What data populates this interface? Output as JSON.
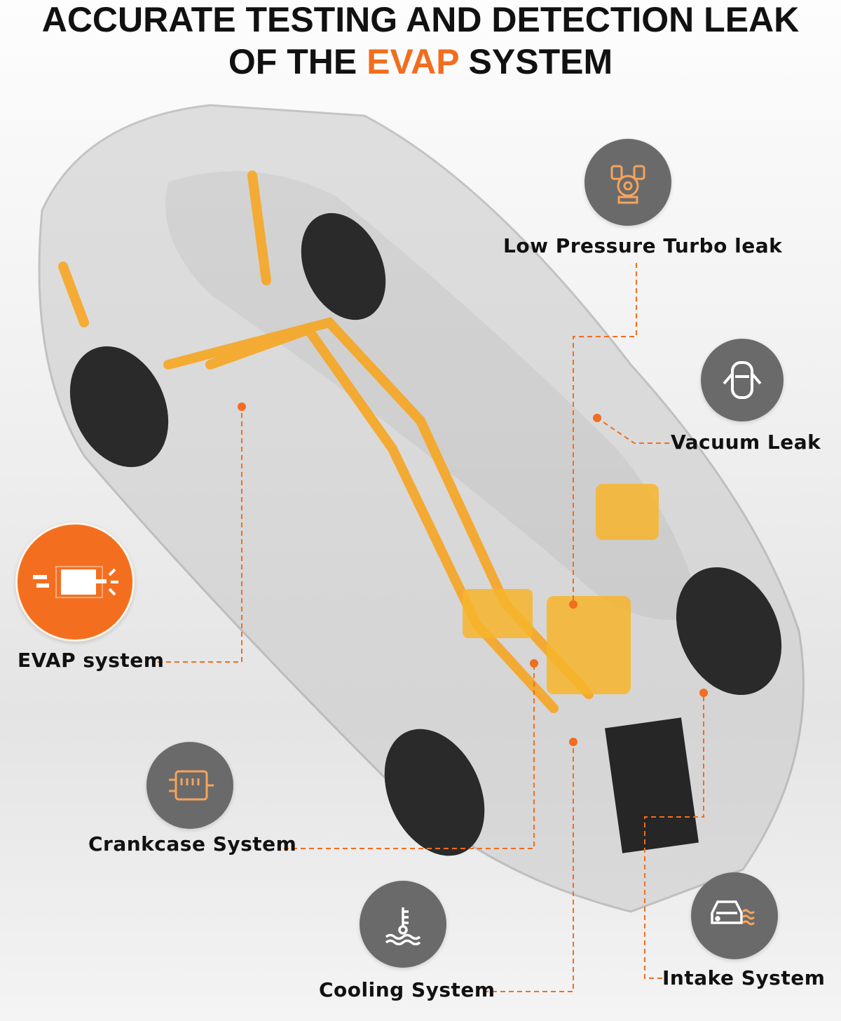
{
  "header": {
    "line1": "ACCURATE TESTING AND DETECTION LEAK",
    "line2_prefix": "OF THE ",
    "line2_accent": "EVAP",
    "line2_suffix": " SYSTEM"
  },
  "colors": {
    "accent": "#f26d1e",
    "icon_bg": "#6a6a6a"
  },
  "callouts": [
    {
      "label": "Low Pressure Turbo leak",
      "icon": "engine-icon"
    },
    {
      "label": "Vacuum Leak",
      "icon": "car-doors-open-icon"
    },
    {
      "label": "EVAP system",
      "icon": "muffler-icon"
    },
    {
      "label": "Crankcase System",
      "icon": "engine-block-icon"
    },
    {
      "label": "Cooling System",
      "icon": "coolant-temperature-icon"
    },
    {
      "label": "Intake System",
      "icon": "car-airflow-icon"
    }
  ]
}
